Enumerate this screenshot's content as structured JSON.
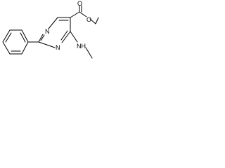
{
  "molecule": {
    "atoms": {
      "ring_n_top": "N",
      "ring_n_bottom": "N",
      "amine_nh": "NH",
      "ester_o_carbonyl": "O",
      "ester_o_ether": "O"
    }
  }
}
